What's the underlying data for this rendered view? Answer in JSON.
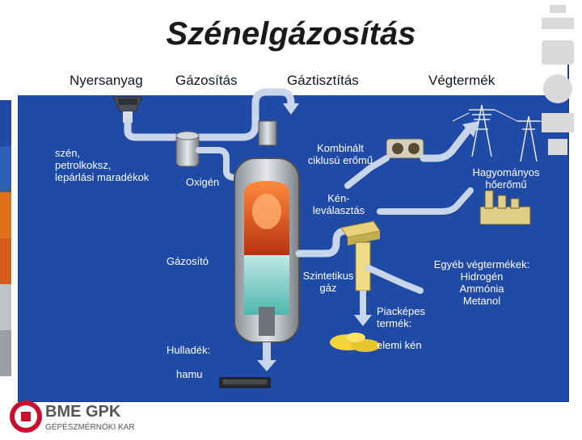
{
  "title": "Szénelgázosítás",
  "headers": {
    "feedstock": "Nyersanyag",
    "gasification": "Gázosítás",
    "gas_cleaning": "Gáztisztítás",
    "end_product": "Végtermék"
  },
  "labels": {
    "feed_line1": "szén,",
    "feed_line2": "petrolkoksz,",
    "feed_line3": "lepárlási maradékok",
    "oxygen": "Oxigén",
    "combined_line1": "Kombinált",
    "combined_line2": "ciklusú erőmű",
    "traditional_line1": "Hagyományos",
    "traditional_line2": "hőerőmű",
    "sulfur_line1": "Kén-",
    "sulfur_line2": "leválasztás",
    "gasifier": "Gázosító",
    "syngas_line1": "Szintetikus",
    "syngas_line2": "gáz",
    "other_line1": "Egyéb végtermékek:",
    "other_line2": "Hidrogén",
    "other_line3": "Ammónia",
    "other_line4": "Metanol",
    "marketable_line1": "Piacképes",
    "marketable_line2": "termék:",
    "elemental_sulfur": "elemi kén",
    "waste": "Hulladék:",
    "ash": "hamu"
  },
  "logo": {
    "main": "BME GPK",
    "sub": "GÉPÉSZMÉRNÖKI KAR"
  },
  "colors": {
    "panel": "#1f4aa5",
    "pipe": "#c9d6ea",
    "accent_red": "#c8102e"
  }
}
